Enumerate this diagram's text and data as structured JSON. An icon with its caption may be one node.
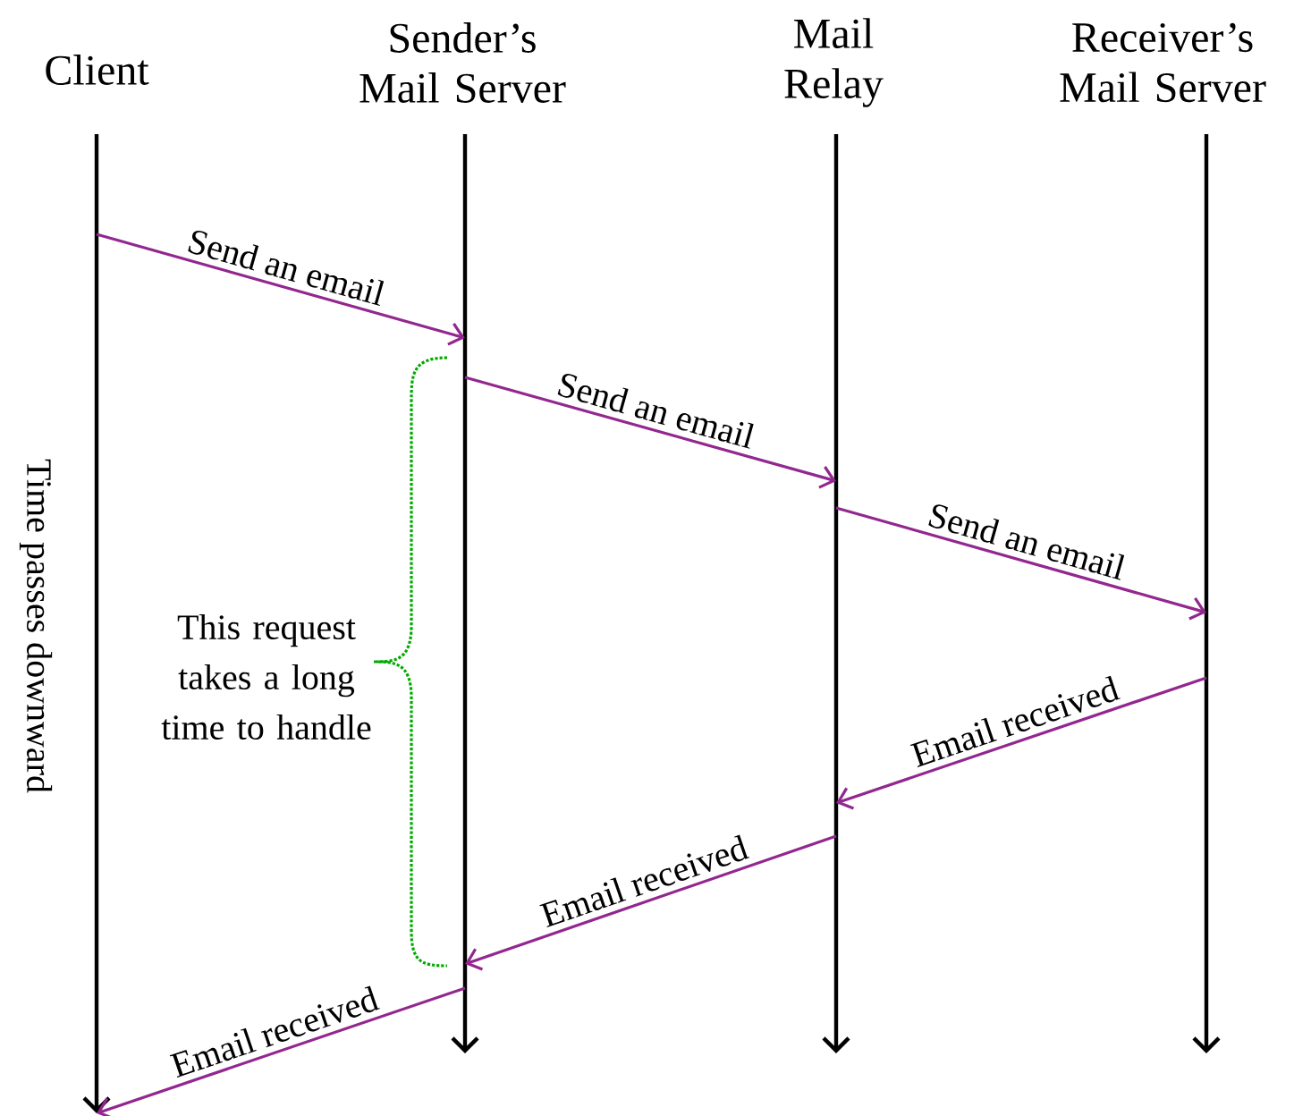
{
  "diagram": {
    "nodes": [
      {
        "text": [
          "Client"
        ]
      },
      {
        "text": [
          "Sender’s Mail Server"
        ]
      },
      {
        "text": [
          "Mail Relay"
        ]
      },
      {
        "text": [
          "Receiver’s Mail Server"
        ]
      }
    ],
    "edges": [
      {
        "from": 0,
        "to": 1,
        "arrow": "to",
        "label": "Send an email"
      },
      {
        "from": 1,
        "to": 2,
        "arrow": "to",
        "label": "Send an email"
      },
      {
        "from": 2,
        "to": 3,
        "arrow": "to",
        "label": "Send an email"
      },
      {
        "from": 3,
        "to": 2,
        "arrow": "to",
        "label": "Email received"
      },
      {
        "from": 2,
        "to": 1,
        "arrow": "to",
        "label": "Email received"
      },
      {
        "from": 1,
        "to": 0,
        "arrow": "to",
        "label": "Email received"
      }
    ],
    "labels": [
      "This request takes a long time to handle",
      "Time passes downward"
    ]
  }
}
